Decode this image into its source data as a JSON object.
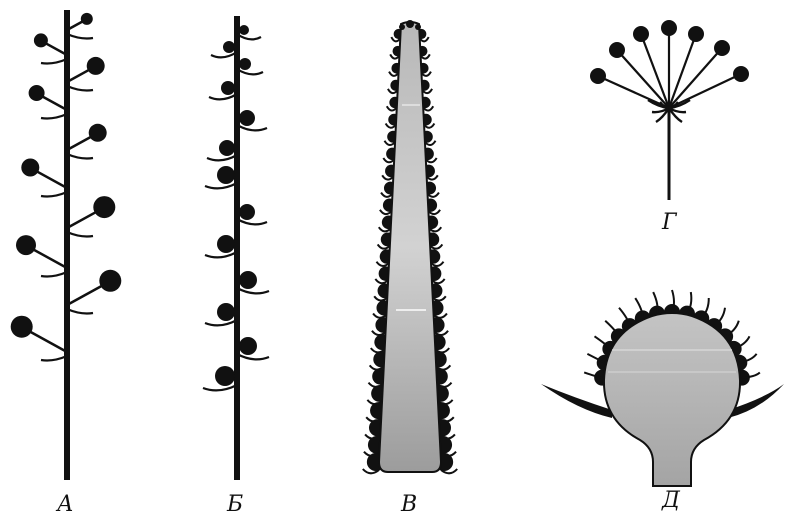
{
  "figure": {
    "panels": [
      {
        "id": "A",
        "label": "А"
      },
      {
        "id": "B",
        "label": "Б"
      },
      {
        "id": "V",
        "label": "В"
      },
      {
        "id": "G",
        "label": "Г"
      },
      {
        "id": "D",
        "label": "Д"
      }
    ],
    "colors": {
      "ink": "#111111",
      "axis_fill": "#a0a0a0",
      "axis_fill_light": "#cfcfcf",
      "background": "#ffffff"
    }
  }
}
